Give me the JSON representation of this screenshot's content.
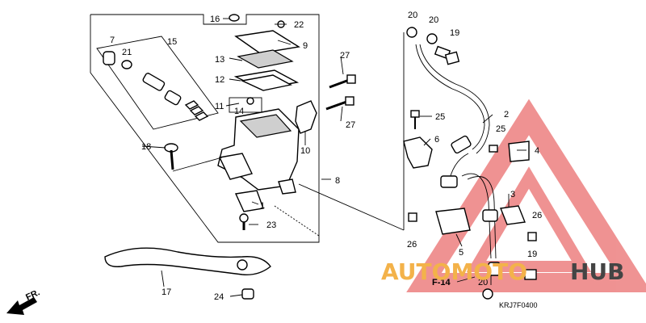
{
  "labels": {
    "l1": "1",
    "l2": "2",
    "l3": "3",
    "l4": "4",
    "l5": "5",
    "l6": "6",
    "l7": "7",
    "l8": "8",
    "l9": "9",
    "l10": "10",
    "l11": "11",
    "l12": "12",
    "l13": "13",
    "l14": "14",
    "l15": "15",
    "l16": "16",
    "l17": "17",
    "l18": "18",
    "l19a": "19",
    "l19b": "19",
    "l20a": "20",
    "l20b": "20",
    "l20c": "20",
    "l21": "21",
    "l22": "22",
    "l23": "23",
    "l24": "24",
    "l25a": "25",
    "l25b": "25",
    "l26a": "26",
    "l26b": "26",
    "l27a": "27",
    "l27b": "27"
  },
  "reference": "F-14",
  "front_marker": "FR.",
  "diagram_code": "KRJ7F0400",
  "watermark": {
    "part1": "AUTOMOTO",
    "part2": "HUB",
    "accent_color": "#f3b24a",
    "triangle_color": "#e23a3a"
  }
}
